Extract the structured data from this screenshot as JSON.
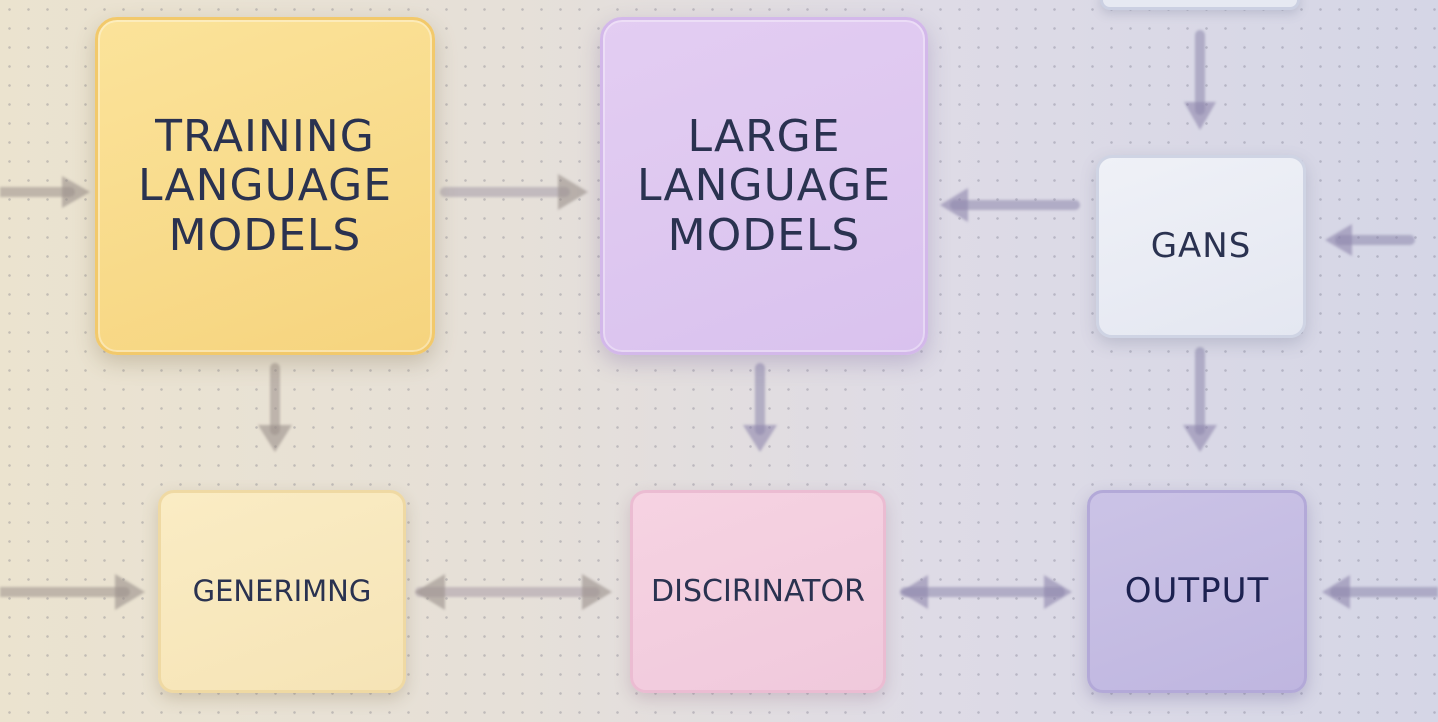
{
  "diagram": {
    "nodes": {
      "training_language_models": {
        "label": "TRAINING LANGUAGE MODELS",
        "color": "#f7d67f"
      },
      "large_language_models": {
        "label": "LARGE LANGUAGE MODELS",
        "color": "#ddc6f0"
      },
      "gans": {
        "label": "GANS",
        "color": "#eceef5"
      },
      "generating": {
        "label": "GENERIMNG",
        "color": "#f8e8bc"
      },
      "discriminator": {
        "label": "DISCIRINATOR",
        "color": "#f3cede"
      },
      "output": {
        "label": "OUTPUT",
        "color": "#c6bee3"
      }
    },
    "connectors": [
      {
        "from": "left-edge",
        "to": "training_language_models"
      },
      {
        "from": "training_language_models",
        "to": "large_language_models"
      },
      {
        "from": "gans",
        "to": "large_language_models"
      },
      {
        "from": "right-edge",
        "to": "gans"
      },
      {
        "from": "top-node",
        "to": "gans"
      },
      {
        "from": "training_language_models",
        "to": "generating"
      },
      {
        "from": "large_language_models",
        "to": "discriminator"
      },
      {
        "from": "gans",
        "to": "output"
      },
      {
        "from": "left-edge",
        "to": "generating"
      },
      {
        "from": "generating",
        "to": "discriminator"
      },
      {
        "from": "discriminator",
        "to": "output"
      },
      {
        "from": "right-edge",
        "to": "output"
      }
    ],
    "connector_color": "#8b82a6"
  }
}
